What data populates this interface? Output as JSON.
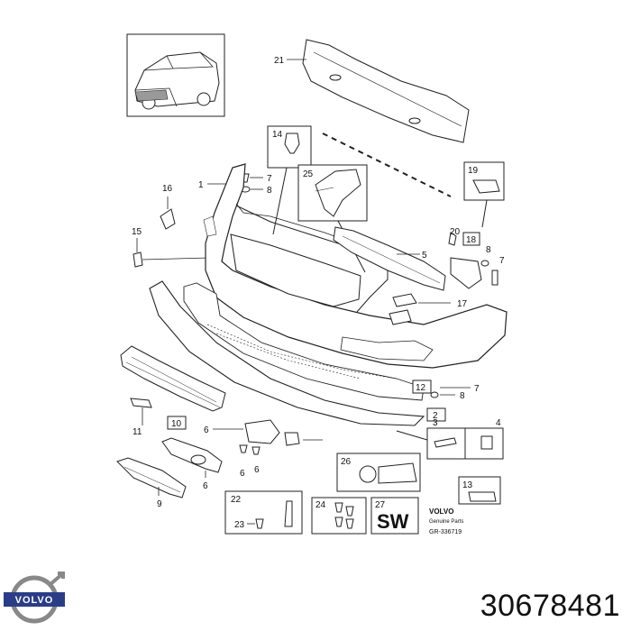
{
  "callouts": {
    "c21": "21",
    "c14": "14",
    "c1": "1",
    "c7a": "7",
    "c8a": "8",
    "c16": "16",
    "c15": "15",
    "c25": "25",
    "c19": "19",
    "c5": "5",
    "c20": "20",
    "c18": "18",
    "c8b": "8",
    "c7b": "7",
    "c17": "17",
    "c12": "12",
    "c8c": "8",
    "c7c": "7",
    "c2": "2",
    "c11": "11",
    "c10": "10",
    "c6a": "6",
    "c6b": "6",
    "c6c": "6",
    "c6d": "6",
    "c3": "3",
    "c4": "4",
    "c9": "9",
    "c26": "26",
    "c13": "13",
    "c22": "22",
    "c23": "23",
    "c24": "24",
    "c27": "27"
  },
  "sw_box": "SW",
  "footer": {
    "brand": "VOLVO",
    "tagline": "Genuine Parts",
    "ref": "GR-336719"
  },
  "logo_text": "VOLVO",
  "part_number": "30678481",
  "colors": {
    "line": "#222222",
    "bg": "#ffffff",
    "logo_blue": "#2b3c87"
  }
}
